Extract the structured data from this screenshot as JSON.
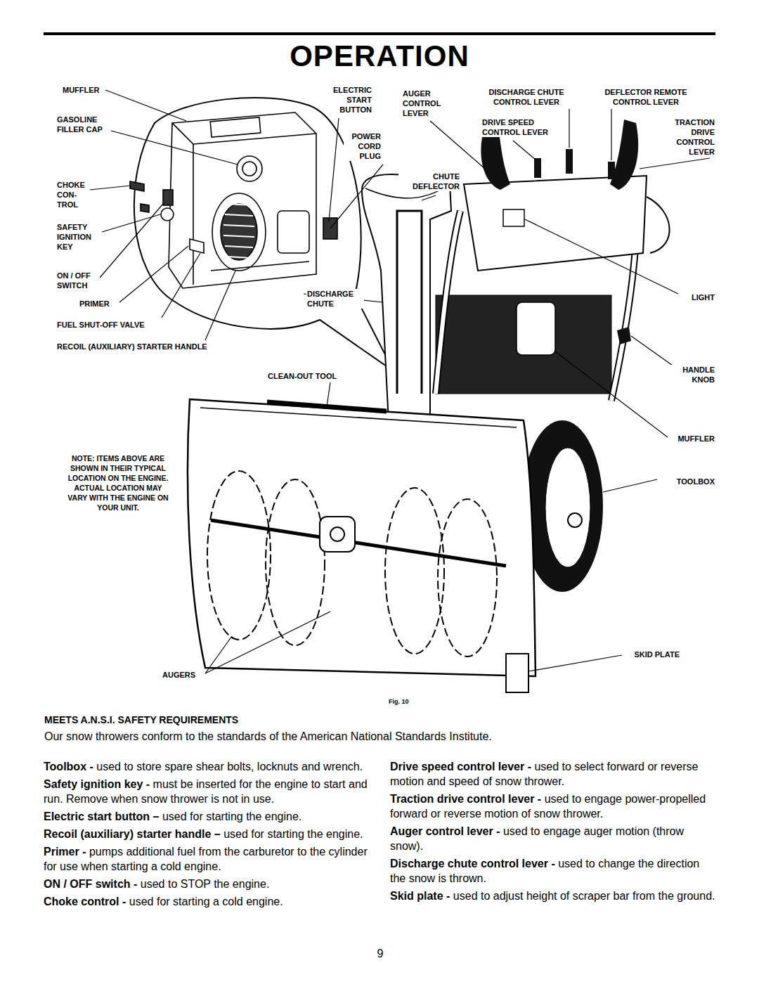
{
  "diagram": {
    "title": "OPERATION",
    "labels": [
      "MUFFLER",
      "GASOLINE FILLER CAP",
      "CHOKE CON- TROL",
      "SAFETY IGNITION KEY",
      "ON / OFF SWITCH",
      "PRIMER",
      "FUEL SHUT-OFF VALVE",
      "RECOIL (AUXILIARY) STARTER HANDLE",
      "ELECTRIC START BUTTON",
      "POWER CORD PLUG",
      "CHUTE DEFLECTOR",
      "DISCHARGE CHUTE",
      "CLEAN-OUT TOOL",
      "NOTE: ITEMS ABOVE ARE SHOWN IN THEIR TYPICAL LOCATION ON THE ENGINE. ACTUAL LOCATION MAY VARY WITH THE ENGINE ON YOUR UNIT.",
      "AUGER CONTROL LEVER",
      "DRIVE SPEED CONTROL LEVER",
      "DISCHARGE CHUTE CONTROL LEVER",
      "DEFLECTOR REMOTE CONTROL LEVER",
      "TRACTION DRIVE CONTROL LEVER",
      "LIGHT",
      "HANDLE KNOB",
      "MUFFLER",
      "TOOLBOX",
      "SKID PLATE",
      "AUGERS",
      "Fig. 10",
      "MEETS A.N.S.I. SAFETY REQUIREMENTS",
      "Our snow throwers conform to the standards of the American National Standards Institute.",
      "Toolbox -",
      "used to store spare shear bolts, locknuts and wrench.",
      "Safety ignition key -",
      "must be inserted for the engine to start and run. Remove when snow thrower is not in use.",
      "Electric start button –",
      "used for starting the engine.",
      "Recoil (auxiliary) starter handle –",
      "used for starting the engine.",
      "Primer -",
      "pumps additional fuel from the carburetor to the cylinder for use when starting a cold engine.",
      "ON / OFF switch -",
      "used to STOP the engine.",
      "Choke control -",
      "used for starting a cold engine.",
      "Drive speed control lever -",
      "used to select forward or reverse motion and speed of snow thrower.",
      "Traction drive control lever -",
      "used to engage power-propelled forward or reverse motion of snow thrower.",
      "Auger control lever -",
      "used to engage auger motion (throw snow).",
      "Discharge chute control lever -",
      "used to change the direction the snow is thrown.",
      "Skid plate -",
      "used to adjust height of scraper bar from the ground.",
      "9"
    ]
  }
}
